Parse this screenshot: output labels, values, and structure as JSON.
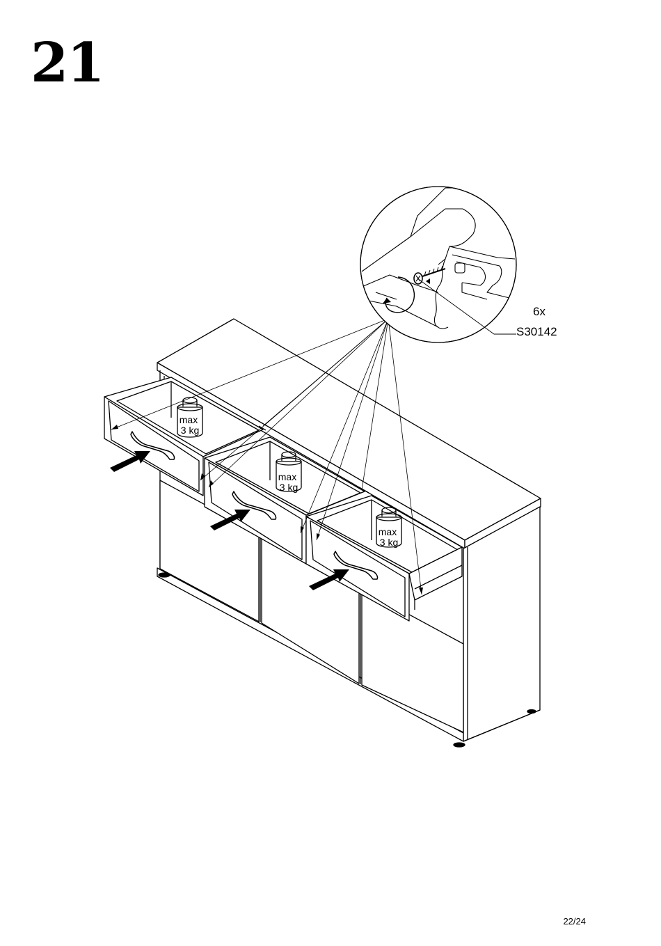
{
  "step": {
    "number": "21"
  },
  "callout": {
    "quantity": "6x",
    "part_code": "S30142"
  },
  "weight_limits": [
    {
      "line1": "max",
      "line2": "3 kg"
    },
    {
      "line1": "max",
      "line2": "3 kg"
    },
    {
      "line1": "max",
      "line2": "3 kg"
    }
  ],
  "footer": {
    "page": "22/24"
  }
}
